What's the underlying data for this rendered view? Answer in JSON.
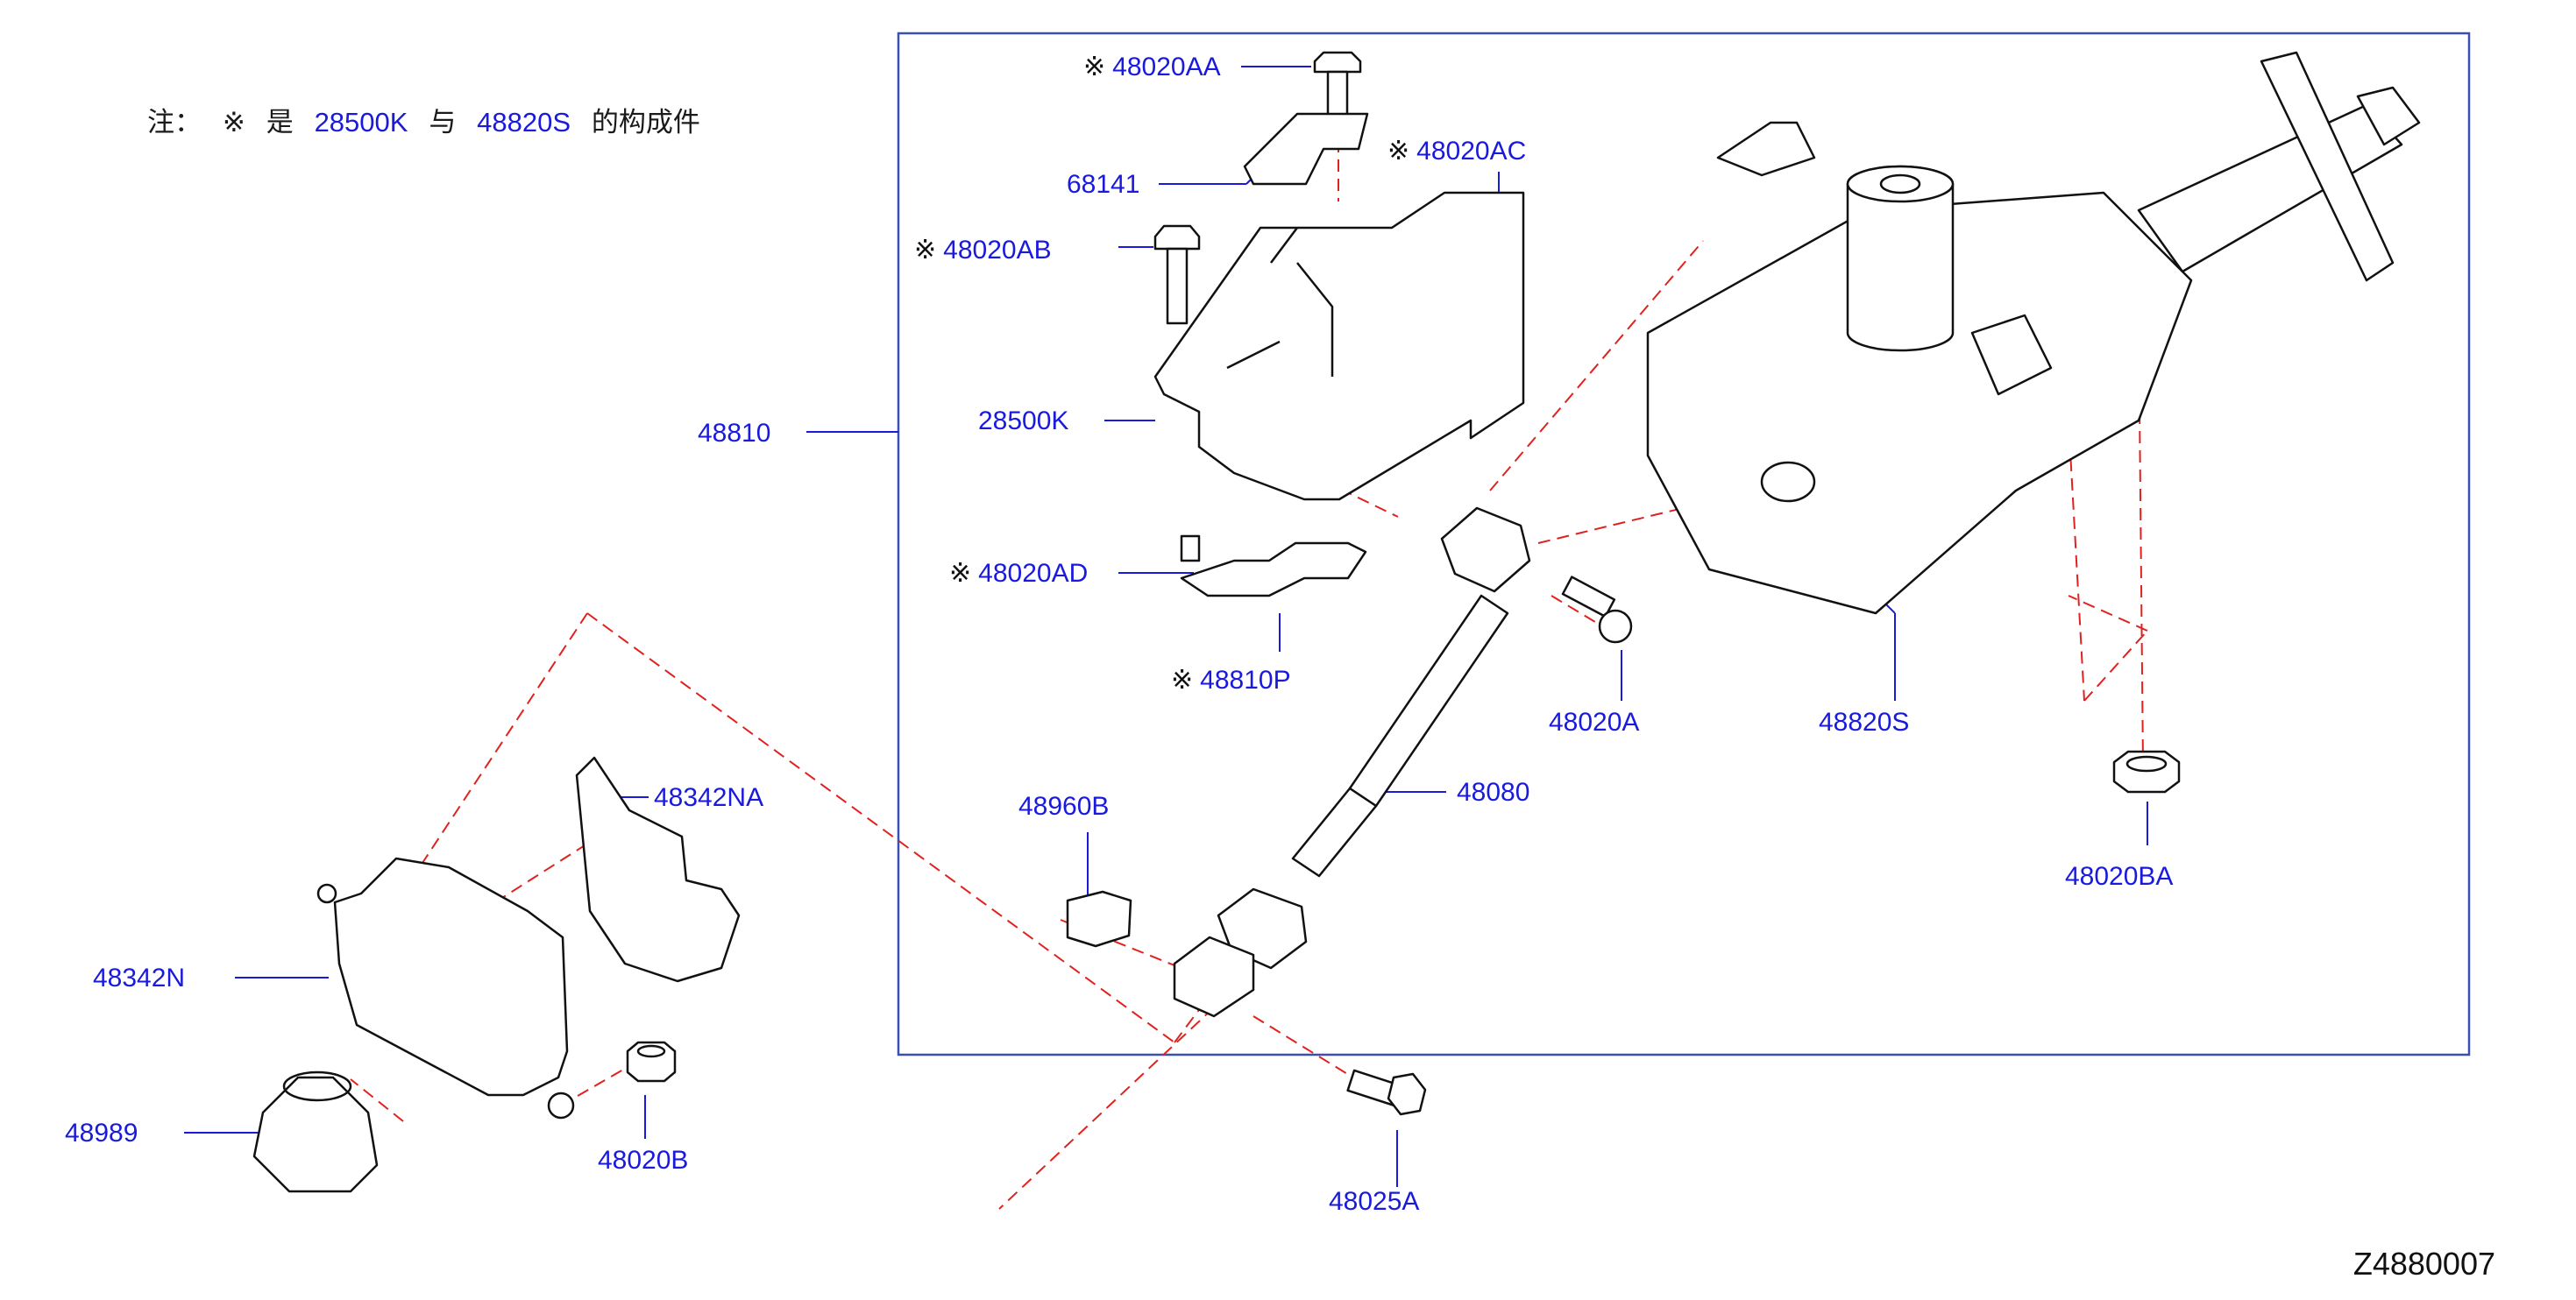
{
  "note": {
    "prefix": "注：",
    "symbol": "※",
    "is": "是",
    "part_a": "28500K",
    "and": "与",
    "part_b": "48820S",
    "suffix": "的构成件"
  },
  "labels": {
    "p48020AA": "48020AA",
    "p68141": "68141",
    "p48020AC": "48020AC",
    "p48020AB": "48020AB",
    "p48810": "48810",
    "p28500K": "28500K",
    "p48020AD": "48020AD",
    "p48810P": "48810P",
    "p48020A": "48020A",
    "p48820S": "48820S",
    "p48080": "48080",
    "p48960B": "48960B",
    "p48342NA": "48342NA",
    "p48342N": "48342N",
    "p48989": "48989",
    "p48020B": "48020B",
    "p48025A": "48025A",
    "p48020BA": "48020BA"
  },
  "diagram_code": "Z4880007",
  "colors": {
    "label": "#1a1adc",
    "leader": "#1a1adc",
    "dashed": "#e0221f",
    "frame": "#3a4fb0",
    "line": "#111111"
  }
}
